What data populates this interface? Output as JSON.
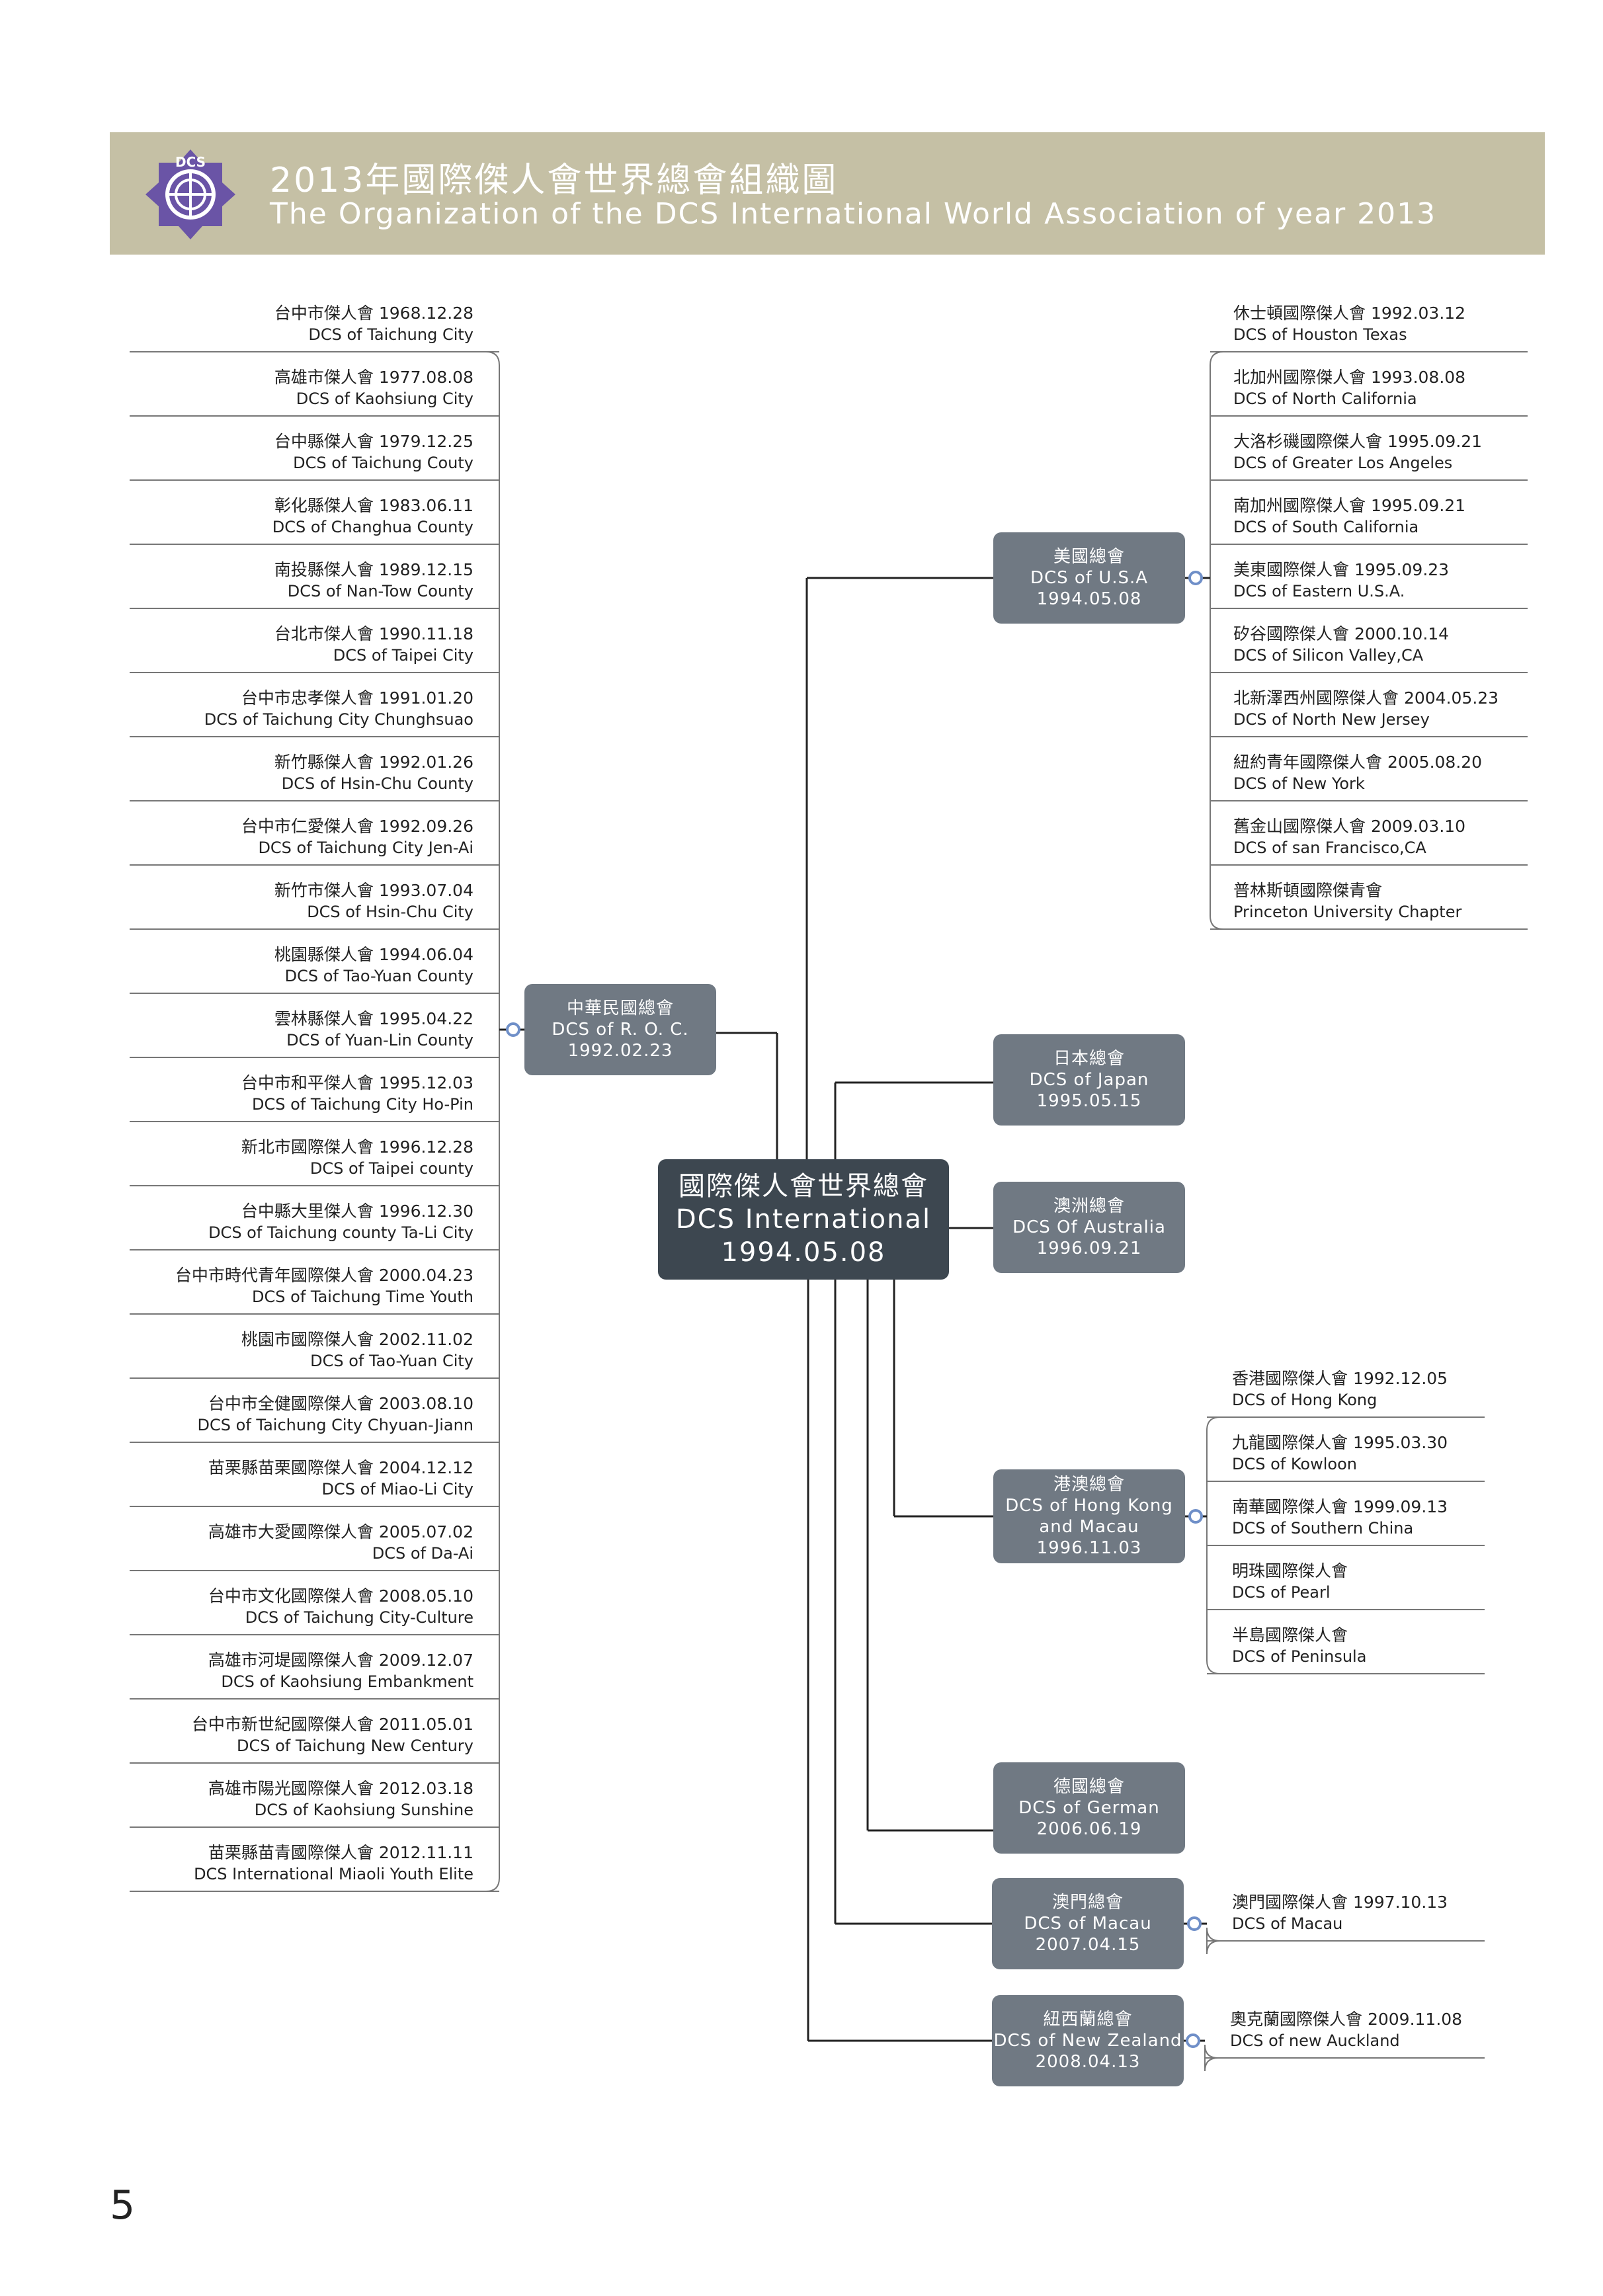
{
  "header": {
    "title_zh": "2013年國際傑人會世界總會組織圖",
    "title_en": "The Organization of the DCS International World Association of year 2013",
    "logo_text": "DCS"
  },
  "center": {
    "zh": "國際傑人會世界總會",
    "en": "DCS International",
    "date": "1994.05.08"
  },
  "roc": {
    "node": {
      "zh": "中華民國總會",
      "en": "DCS of R. O. C.",
      "date": "1992.02.23"
    },
    "chapters": [
      {
        "zh": "台中市傑人會 1968.12.28",
        "en": "DCS of Taichung City"
      },
      {
        "zh": "高雄市傑人會 1977.08.08",
        "en": "DCS of Kaohsiung City"
      },
      {
        "zh": "台中縣傑人會 1979.12.25",
        "en": "DCS of Taichung Couty"
      },
      {
        "zh": "彰化縣傑人會 1983.06.11",
        "en": "DCS of Changhua County"
      },
      {
        "zh": "南投縣傑人會 1989.12.15",
        "en": "DCS of Nan-Tow County"
      },
      {
        "zh": "台北市傑人會 1990.11.18",
        "en": "DCS of Taipei City"
      },
      {
        "zh": "台中市忠孝傑人會 1991.01.20",
        "en": "DCS of Taichung City Chunghsuao"
      },
      {
        "zh": "新竹縣傑人會 1992.01.26",
        "en": "DCS of Hsin-Chu County"
      },
      {
        "zh": "台中市仁愛傑人會 1992.09.26",
        "en": "DCS of Taichung City Jen-Ai"
      },
      {
        "zh": "新竹市傑人會 1993.07.04",
        "en": "DCS of Hsin-Chu City"
      },
      {
        "zh": "桃園縣傑人會 1994.06.04",
        "en": "DCS of Tao-Yuan County"
      },
      {
        "zh": "雲林縣傑人會 1995.04.22",
        "en": "DCS of Yuan-Lin County"
      },
      {
        "zh": "台中市和平傑人會 1995.12.03",
        "en": "DCS of Taichung City Ho-Pin"
      },
      {
        "zh": "新北市國際傑人會 1996.12.28",
        "en": "DCS of Taipei county"
      },
      {
        "zh": "台中縣大里傑人會 1996.12.30",
        "en": "DCS of Taichung county Ta-Li City"
      },
      {
        "zh": "台中市時代青年國際傑人會 2000.04.23",
        "en": "DCS of Taichung Time Youth"
      },
      {
        "zh": "桃園市國際傑人會 2002.11.02",
        "en": "DCS of Tao-Yuan City"
      },
      {
        "zh": "台中市全健國際傑人會 2003.08.10",
        "en": "DCS of Taichung City Chyuan-Jiann"
      },
      {
        "zh": "苗栗縣苗栗國際傑人會 2004.12.12",
        "en": "DCS of Miao-Li City"
      },
      {
        "zh": "高雄市大愛國際傑人會 2005.07.02",
        "en": "DCS of Da-Ai"
      },
      {
        "zh": "台中市文化國際傑人會 2008.05.10",
        "en": "DCS of Taichung City-Culture"
      },
      {
        "zh": "高雄市河堤國際傑人會 2009.12.07",
        "en": "DCS of Kaohsiung Embankment"
      },
      {
        "zh": "台中市新世紀國際傑人會 2011.05.01",
        "en": "DCS of Taichung New Century"
      },
      {
        "zh": "高雄市陽光國際傑人會 2012.03.18",
        "en": "DCS of Kaohsiung Sunshine"
      },
      {
        "zh": "苗栗縣苗青國際傑人會 2012.11.11",
        "en": "DCS International Miaoli Youth Elite"
      }
    ]
  },
  "usa": {
    "node": {
      "zh": "美國總會",
      "en": "DCS of U.S.A",
      "date": "1994.05.08"
    },
    "chapters": [
      {
        "zh": "休士頓國際傑人會 1992.03.12",
        "en": "DCS of Houston Texas"
      },
      {
        "zh": "北加州國際傑人會 1993.08.08",
        "en": "DCS of North California"
      },
      {
        "zh": "大洛杉磯國際傑人會 1995.09.21",
        "en": "DCS of Greater Los Angeles"
      },
      {
        "zh": "南加州國際傑人會 1995.09.21",
        "en": "DCS of South California"
      },
      {
        "zh": "美東國際傑人會 1995.09.23",
        "en": "DCS of Eastern U.S.A."
      },
      {
        "zh": "矽谷國際傑人會 2000.10.14",
        "en": "DCS of Silicon Valley,CA"
      },
      {
        "zh": "北新澤西州國際傑人會 2004.05.23",
        "en": "DCS of North New Jersey"
      },
      {
        "zh": "紐約青年國際傑人會 2005.08.20",
        "en": "DCS of New York"
      },
      {
        "zh": "舊金山國際傑人會 2009.03.10",
        "en": "DCS of san Francisco,CA"
      },
      {
        "zh": "普林斯頓國際傑青會",
        "en": "Princeton University Chapter"
      }
    ]
  },
  "japan": {
    "node": {
      "zh": "日本總會",
      "en": "DCS of Japan",
      "date": "1995.05.15"
    }
  },
  "australia": {
    "node": {
      "zh": "澳洲總會",
      "en": "DCS Of Australia",
      "date": "1996.09.21"
    }
  },
  "hongkong": {
    "node": {
      "zh": "港澳總會",
      "en": "DCS of Hong Kong",
      "en2": "and Macau",
      "date": "1996.11.03"
    },
    "chapters": [
      {
        "zh": "香港國際傑人會 1992.12.05",
        "en": "DCS of Hong Kong"
      },
      {
        "zh": "九龍國際傑人會 1995.03.30",
        "en": "DCS of Kowloon"
      },
      {
        "zh": "南華國際傑人會 1999.09.13",
        "en": "DCS of Southern China"
      },
      {
        "zh": "明珠國際傑人會",
        "en": "DCS of Pearl"
      },
      {
        "zh": "半島國際傑人會",
        "en": "DCS of Peninsula"
      }
    ]
  },
  "german": {
    "node": {
      "zh": "德國總會",
      "en": "DCS of German",
      "date": "2006.06.19"
    }
  },
  "macau": {
    "node": {
      "zh": "澳門總會",
      "en": "DCS of Macau",
      "date": "2007.04.15"
    },
    "chapters": [
      {
        "zh": "澳門國際傑人會 1997.10.13",
        "en": "DCS of Macau"
      }
    ]
  },
  "newzealand": {
    "node": {
      "zh": "紐西蘭總會",
      "en": "DCS of New Zealand",
      "date": "2008.04.13"
    },
    "chapters": [
      {
        "zh": "奧克蘭國際傑人會 2009.11.08",
        "en": "DCS of new Auckland"
      }
    ]
  },
  "page": {
    "number": "5"
  },
  "colors": {
    "banner": "#c5c0a5",
    "node": "#707983",
    "center": "#3d4750",
    "connector": "#222222",
    "dot": "#6f8fc8"
  }
}
